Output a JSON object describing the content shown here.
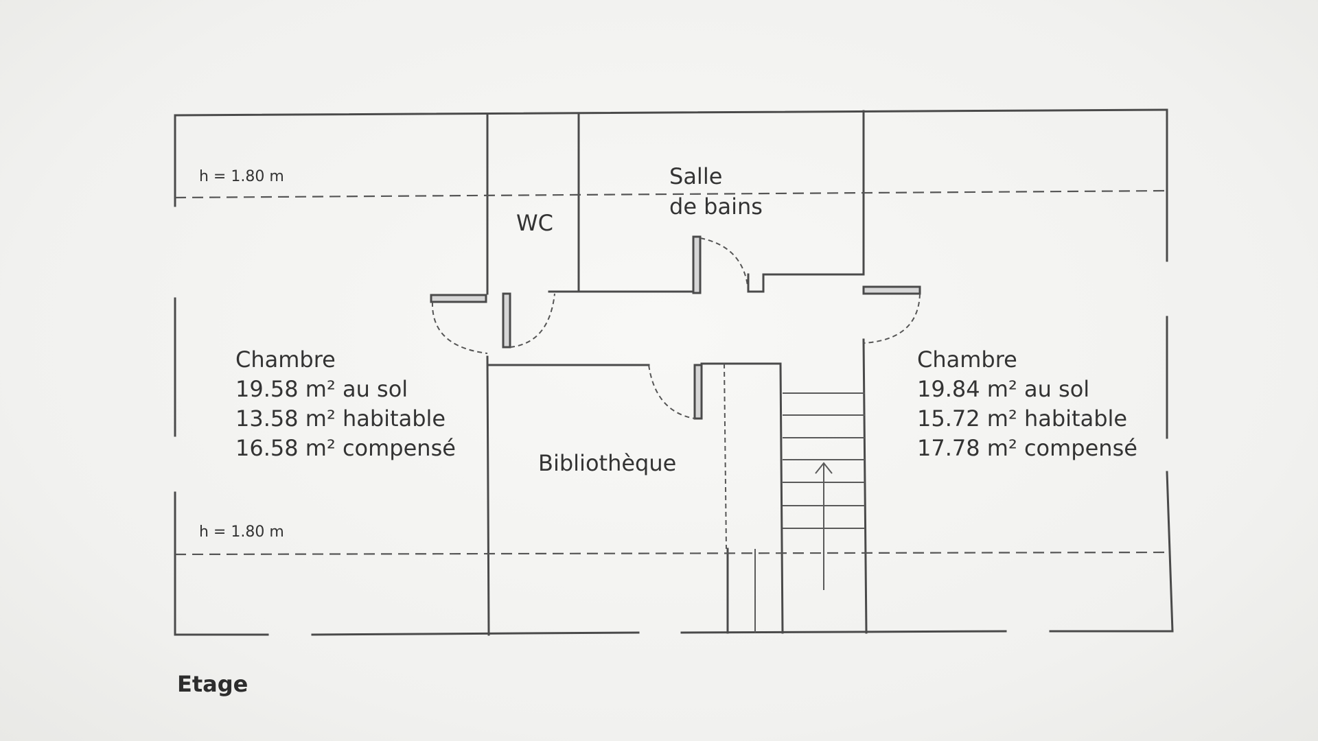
{
  "rooms": {
    "chambre_left": {
      "name": "Chambre",
      "area_sol": "19.58 m² au sol",
      "area_habitable": "13.58 m² habitable",
      "area_compense": "16.58 m² compensé"
    },
    "chambre_right": {
      "name": "Chambre",
      "area_sol": "19.84 m² au sol",
      "area_habitable": "15.72 m² habitable",
      "area_compense": "17.78 m² compensé"
    },
    "wc": {
      "name": "WC"
    },
    "salle_de_bains": {
      "line1": "Salle",
      "line2": "de bains"
    },
    "bibliotheque": {
      "name": "Bibliothèque"
    }
  },
  "height_marks": {
    "top": "h = 1.80 m",
    "bottom": "h = 1.80 m"
  },
  "caption": "Etage"
}
